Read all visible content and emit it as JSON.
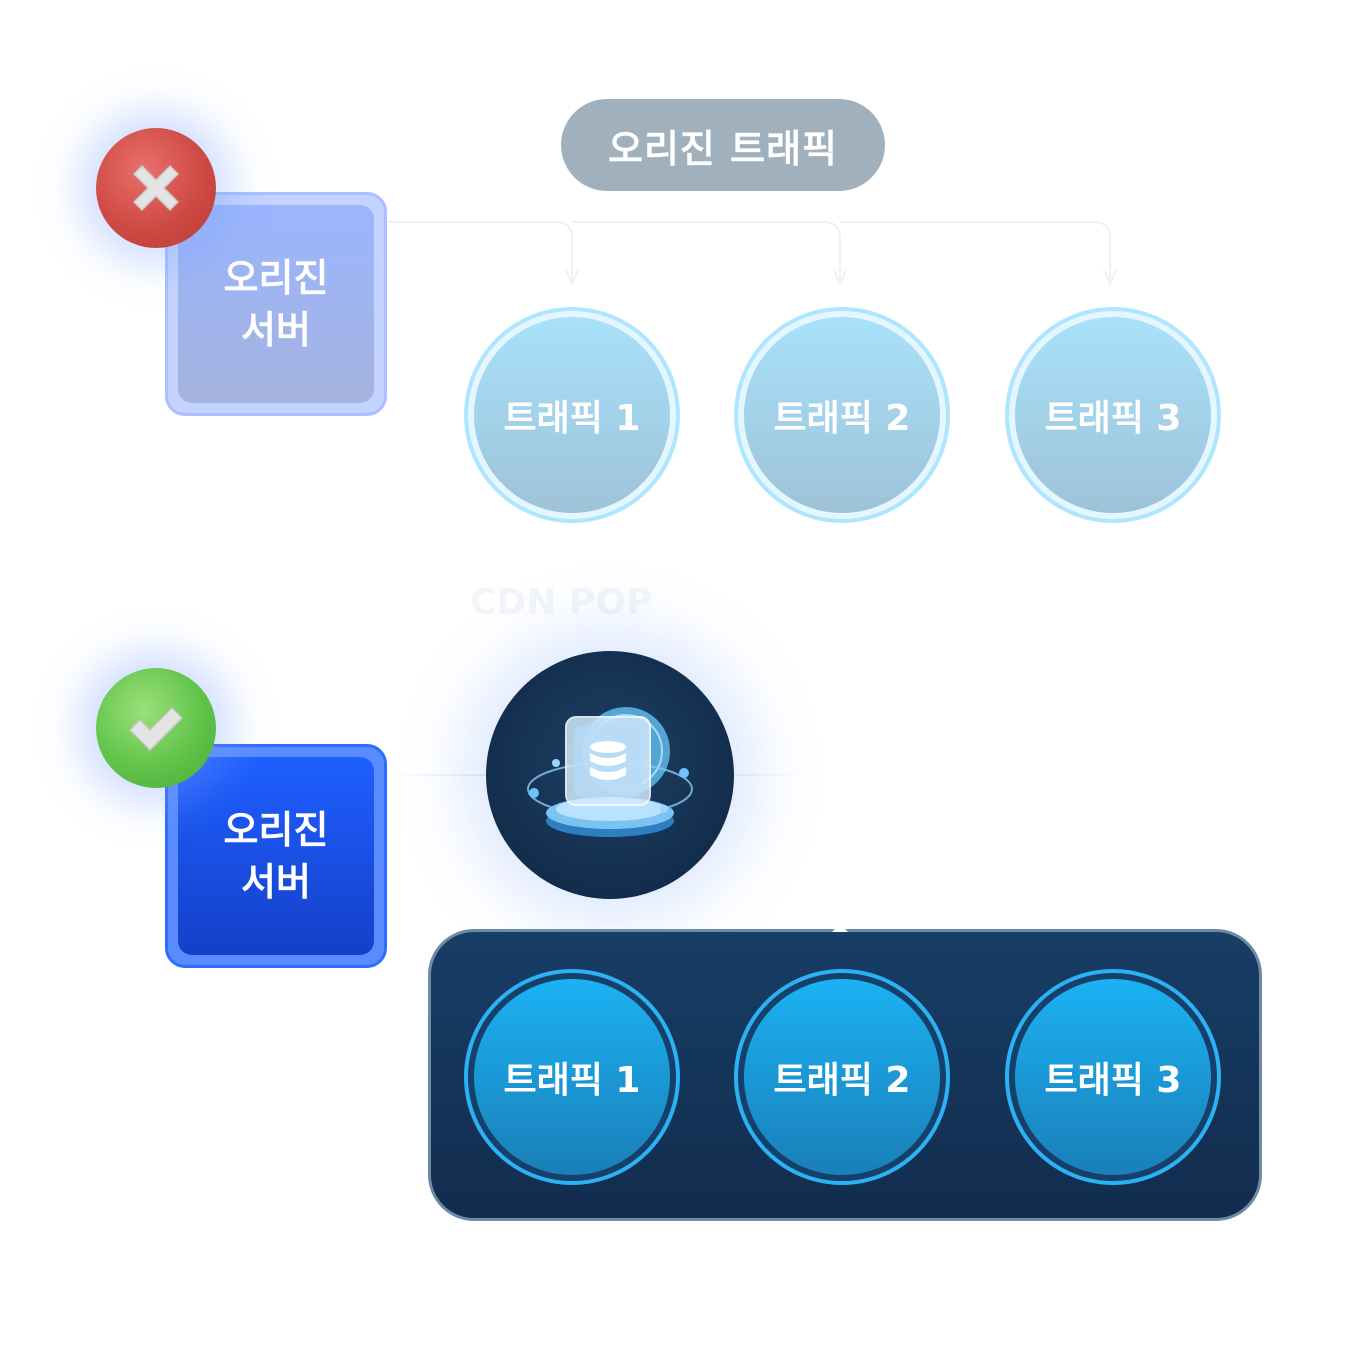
{
  "top_section": {
    "title": "오리진 트래픽",
    "origin_server": {
      "line1": "오리진",
      "line2": "서버"
    },
    "status_icon": "x-mark-icon",
    "traffic": [
      {
        "label": "트래픽 1"
      },
      {
        "label": "트래픽 2"
      },
      {
        "label": "트래픽 3"
      }
    ]
  },
  "bottom_section": {
    "cdn_label": "CDN POP",
    "cdn_icon": "database-platform-icon",
    "origin_server": {
      "line1": "오리진",
      "line2": "서버"
    },
    "status_icon": "check-mark-icon",
    "traffic": [
      {
        "label": "트래픽 1"
      },
      {
        "label": "트래픽 2"
      },
      {
        "label": "트래픽 3"
      }
    ]
  },
  "colors": {
    "pill": "#a0b0bc",
    "server_disabled": "#9fb3f0",
    "server_active": "#1f5fff",
    "traffic_light": "#a8e2fa",
    "traffic_active": "#1bb2f3",
    "panel": "#132e50",
    "badge_fail": "#cf4a44",
    "badge_ok": "#61c34a"
  }
}
